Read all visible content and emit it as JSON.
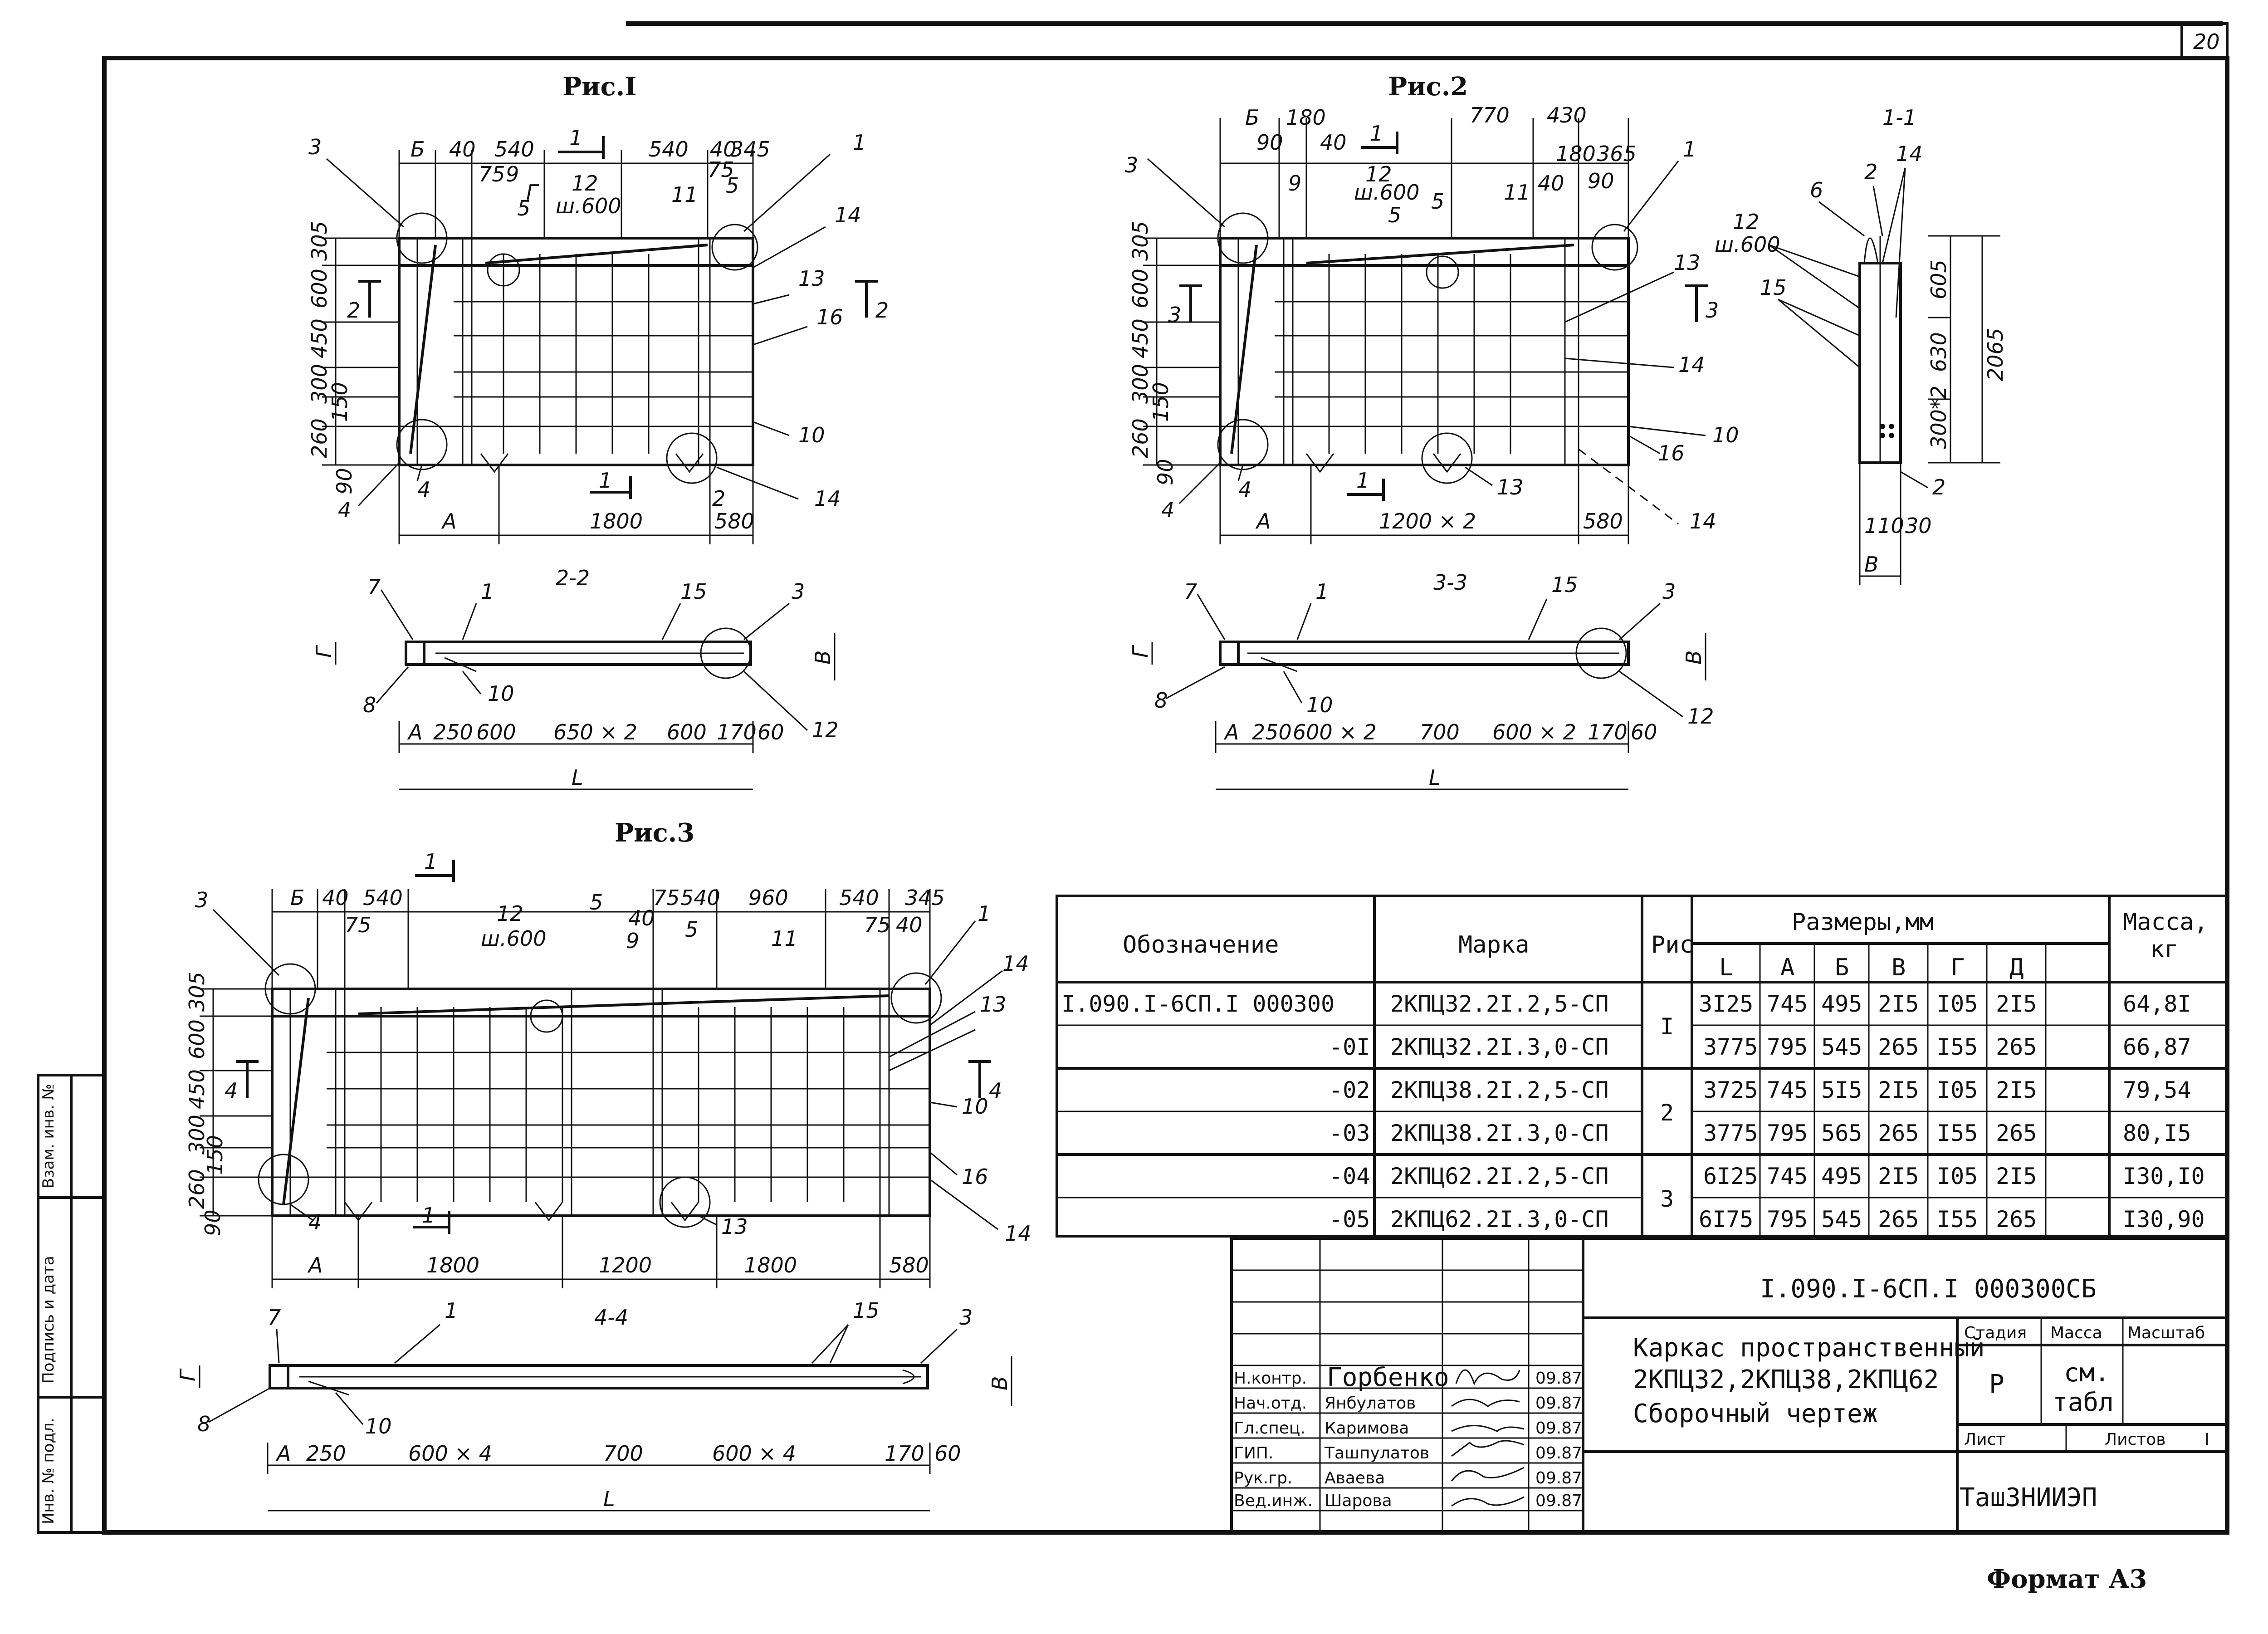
{
  "sheet_number": "20",
  "format_label": "Формат А3",
  "figures": {
    "fig1": {
      "title": "Рис.I",
      "dims_top": [
        "Б",
        "40",
        "540",
        "1",
        "540",
        "40",
        "345",
        "75",
        "9",
        "75",
        "12",
        "ш.600",
        "5",
        "11",
        "5"
      ],
      "dims_left": [
        "305",
        "600",
        "450",
        "300",
        "150",
        "260",
        "90"
      ],
      "dims_bottom": [
        "А",
        "1800",
        "580"
      ],
      "callouts": [
        "3",
        "1",
        "14",
        "13",
        "16",
        "10",
        "14",
        "2",
        "4",
        "4",
        "5",
        "2",
        "2",
        "1"
      ]
    },
    "fig2": {
      "title": "Рис.2",
      "dims_top": [
        "Б",
        "180",
        "90",
        "40",
        "1",
        "770",
        "430",
        "180",
        "365",
        "40",
        "90",
        "12",
        "ш.600",
        "9",
        "5",
        "5",
        "11"
      ],
      "dims_left": [
        "305",
        "600",
        "450",
        "300",
        "150",
        "260",
        "90"
      ],
      "dims_bottom": [
        "А",
        "1200 × 2",
        "580"
      ],
      "callouts": [
        "3",
        "1",
        "13",
        "14",
        "10",
        "16",
        "14",
        "13",
        "4",
        "4",
        "3",
        "3",
        "1"
      ]
    },
    "section11": {
      "title": "1-1",
      "dims": [
        "605",
        "630",
        "300*2",
        "2065",
        "110",
        "30",
        "В"
      ],
      "callouts": [
        "6",
        "2",
        "14",
        "12",
        "ш.600",
        "15",
        "2"
      ]
    },
    "section22": {
      "title": "2-2",
      "dims": [
        "А",
        "250",
        "600",
        "650 × 2",
        "600",
        "170",
        "60",
        "L",
        "Г",
        "В"
      ],
      "callouts": [
        "7",
        "1",
        "15",
        "3",
        "8",
        "10",
        "12"
      ]
    },
    "section33": {
      "title": "3-3",
      "dims": [
        "А",
        "250",
        "600 × 2",
        "700",
        "600 × 2",
        "170",
        "60",
        "L",
        "Г",
        "В"
      ],
      "callouts": [
        "7",
        "1",
        "15",
        "3",
        "8",
        "10",
        "12"
      ]
    },
    "fig3": {
      "title": "Рис.3",
      "dims_top": [
        "Б",
        "40",
        "540",
        "75",
        "1",
        "12",
        "ш.600",
        "5",
        "40",
        "75",
        "540",
        "9",
        "5",
        "960",
        "540",
        "75",
        "40",
        "345",
        "11"
      ],
      "dims_left": [
        "305",
        "600",
        "450",
        "300",
        "150",
        "260",
        "90"
      ],
      "dims_bottom": [
        "А",
        "1800",
        "1200",
        "1800",
        "580"
      ],
      "callouts": [
        "3",
        "1",
        "14",
        "13",
        "10",
        "16",
        "14",
        "13",
        "4",
        "4",
        "4",
        "1"
      ]
    },
    "section44": {
      "title": "4-4",
      "dims": [
        "А",
        "250",
        "600 × 4",
        "700",
        "600 × 4",
        "170",
        "60",
        "L",
        "Г",
        "В"
      ],
      "callouts": [
        "7",
        "1",
        "15",
        "3",
        "8",
        "10"
      ]
    }
  },
  "spec_table": {
    "headers": {
      "designation": "Обозначение",
      "mark": "Марка",
      "fig": "Рис",
      "sizes": "Размеры,мм",
      "mass": "Масса,",
      "mass_unit": "кг",
      "cols": [
        "L",
        "А",
        "Б",
        "В",
        "Г",
        "Д"
      ]
    },
    "rows": [
      {
        "designation": "I.090.I-6СП.I   000300",
        "mark": "2КПЦ32.2I.2,5-СП",
        "fig": "I",
        "L": "3I25",
        "A": "745",
        "B": "495",
        "V": "2I5",
        "G": "I05",
        "D": "2I5",
        "mass": "64,8I"
      },
      {
        "designation": "-0I",
        "mark": "2КПЦ32.2I.3,0-СП",
        "fig": "",
        "L": "3775",
        "A": "795",
        "B": "545",
        "V": "265",
        "G": "I55",
        "D": "265",
        "mass": "66,87"
      },
      {
        "designation": "-02",
        "mark": "2КПЦ38.2I.2,5-СП",
        "fig": "2",
        "L": "3725",
        "A": "745",
        "B": "5I5",
        "V": "2I5",
        "G": "I05",
        "D": "2I5",
        "mass": "79,54"
      },
      {
        "designation": "-03",
        "mark": "2КПЦ38.2I.3,0-СП",
        "fig": "",
        "L": "3775",
        "A": "795",
        "B": "565",
        "V": "265",
        "G": "I55",
        "D": "265",
        "mass": "80,I5"
      },
      {
        "designation": "-04",
        "mark": "2КПЦ62.2I.2,5-СП",
        "fig": "3",
        "L": "6I25",
        "A": "745",
        "B": "495",
        "V": "2I5",
        "G": "I05",
        "D": "2I5",
        "mass": "I30,I0"
      },
      {
        "designation": "-05",
        "mark": "2КПЦ62.2I.3,0-СП",
        "fig": "",
        "L": "6I75",
        "A": "795",
        "B": "545",
        "V": "265",
        "G": "I55",
        "D": "265",
        "mass": "I30,90"
      }
    ]
  },
  "title_block": {
    "doc_code": "I.090.I-6СП.I   000300СБ",
    "name_line1": "Каркас пространственный",
    "name_line2": "2КПЦ32,2КПЦ38,2КПЦ62",
    "name_line3": "Сборочный чертеж",
    "stage_label": "Стадия",
    "mass_label": "Масса",
    "scale_label": "Масштаб",
    "stage_value": "Р",
    "mass_value_1": "см.",
    "mass_value_2": "табл",
    "sheet_label": "Лист",
    "sheets_label": "Листов",
    "sheets_value": "I",
    "org": "ТашЗНИИЭП",
    "signers": [
      {
        "role": "Н.контр.",
        "name": "Горбенко",
        "date": "09.87"
      },
      {
        "role": "Нач.отд.",
        "name": "Янбулатов",
        "date": "09.87"
      },
      {
        "role": "Гл.спец.",
        "name": "Каримова",
        "date": "09.87"
      },
      {
        "role": "ГИП.",
        "name": "Ташпулатов",
        "date": "09.87"
      },
      {
        "role": "Рук.гр.",
        "name": "Аваева",
        "date": "09.87"
      },
      {
        "role": "Вед.инж.",
        "name": "Шарова",
        "date": "09.87"
      }
    ]
  },
  "side_stamp": [
    "Инв. № подл.",
    "Подпись и дата",
    "Взам. инв. №"
  ]
}
